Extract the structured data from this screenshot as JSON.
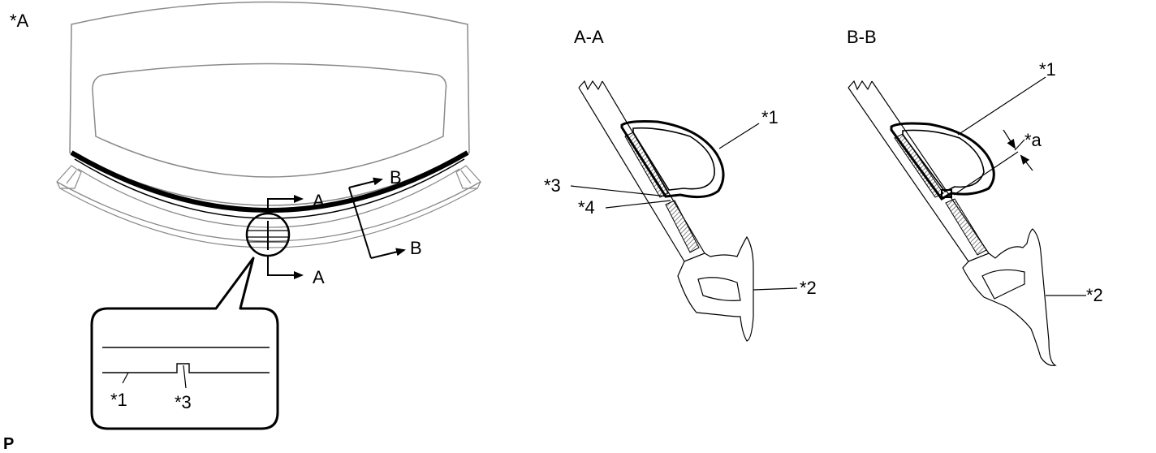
{
  "labels": {
    "view_a": "*A",
    "section_aa_title": "A-A",
    "section_bb_title": "B-B",
    "arrow_a_top": "A",
    "arrow_a_bottom": "A",
    "arrow_b_top": "B",
    "arrow_b_bottom": "B",
    "detail_1": "*1",
    "detail_3": "*3",
    "aa_1": "*1",
    "aa_2": "*2",
    "aa_3": "*3",
    "aa_4": "*4",
    "bb_1": "*1",
    "bb_2": "*2",
    "bb_a": "*a",
    "corner_mark": "P"
  },
  "colors": {
    "line": "#000000",
    "light_line": "#9a9a9a",
    "hatch": "#555555",
    "background": "#ffffff"
  }
}
